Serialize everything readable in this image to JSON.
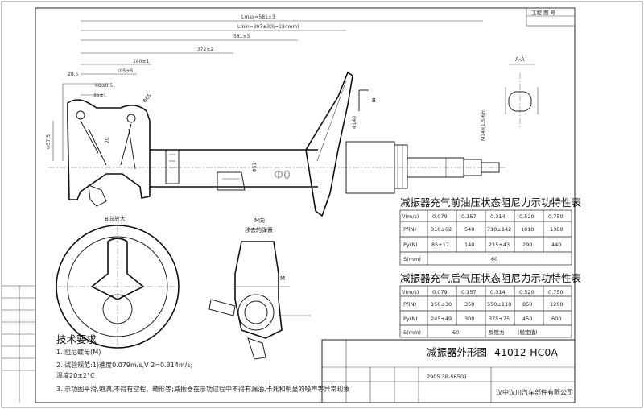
{
  "title_block": {
    "top_right_stamp": "工程 图 号"
  },
  "dimensions": {
    "lmax": "Lmax=581±3",
    "lmin": "Lmin=397±3(S=184mm)",
    "d581": "581±3",
    "d372": "372±2",
    "d180": "180±1",
    "d105": "105±5",
    "d68": "68±0.5",
    "d35": "35±1",
    "d285": "28.5",
    "d575": "Φ57.5",
    "d20": "20",
    "d51": "Φ51",
    "d65": "Φ65",
    "d140": "Φ140",
    "thread": "M14×1.5-6H"
  },
  "view_labels": {
    "section_aa": "A-A",
    "view_b_arrow": "B",
    "view_b": "B向放大",
    "view_m": "M向",
    "view_m_sub": "移去的弹簧",
    "m_mark": "M"
  },
  "table_front": {
    "title": "减振器充气前油压状态阻尼力示功特性表",
    "headers": [
      "V(m/s)",
      "0.079",
      "0.157",
      "0.314",
      "0.520",
      "0.750"
    ],
    "rows": [
      [
        "Pf(N)",
        "310±62",
        "540",
        "710±142",
        "1010",
        "1380"
      ],
      [
        "Py(N)",
        "85±17",
        "140",
        "215±43",
        "290",
        "440"
      ],
      [
        "S(mm)",
        "60"
      ]
    ]
  },
  "table_rear": {
    "title": "减振器充气后气压状态阻尼力示功特性表",
    "headers": [
      "V(m/s)",
      "0.079",
      "0.157",
      "0.314",
      "0.520",
      "0.750"
    ],
    "rows": [
      [
        "Pf(N)",
        "150±30",
        "350",
        "550±110",
        "850",
        "1200"
      ],
      [
        "Py(N)",
        "245±49",
        "300",
        "375±75",
        "450",
        "600"
      ],
      [
        "S(mm)",
        "60",
        "",
        "反阻力",
        "(稳定值)",
        ""
      ]
    ]
  },
  "tech_notes": {
    "heading": "技术要求",
    "lines": [
      "1. 阻尼螺母(M)",
      "2. 试验规范:1)速度0.079m/s,V   2=0.314m/s;",
      "   温度20±2°C",
      "3. 示功图平滑,饱满,不得有空程、畸形等;减振器在示功过程中不得有漏油,卡死和明显的噪声等异常现象"
    ]
  },
  "title_block_main": {
    "part_name": "减振器外形图",
    "part_no": "41012-HC0A",
    "drawing_no": "2905.3B-S6501",
    "company": "汉中汉川汽车部件有限公司"
  },
  "watermark": "Ф0"
}
